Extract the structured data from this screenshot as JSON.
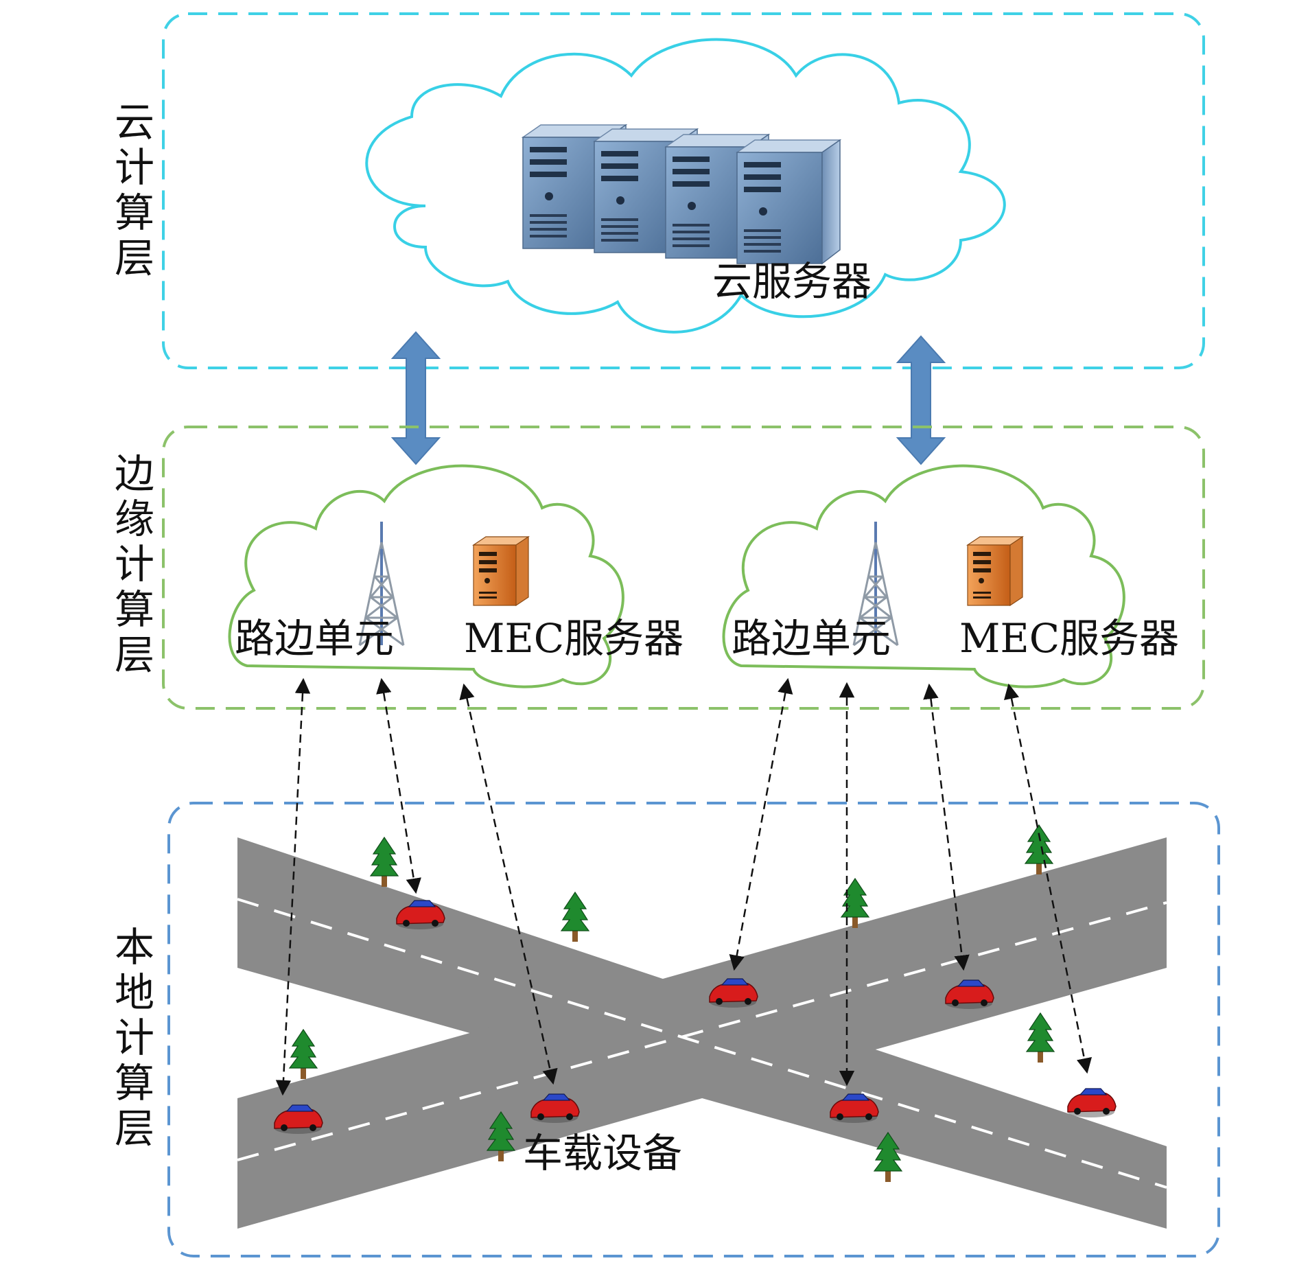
{
  "layers": {
    "cloud": {
      "label_chars": [
        "云",
        "计",
        "算",
        "层"
      ],
      "server_label": "云服务器"
    },
    "edge": {
      "label_chars": [
        "边",
        "缘",
        "计",
        "算",
        "层"
      ],
      "nodes": [
        {
          "rsu_label": "路边单元",
          "mec_label": "MEC服务器"
        },
        {
          "rsu_label": "路边单元",
          "mec_label": "MEC服务器"
        }
      ]
    },
    "local": {
      "label_chars": [
        "本",
        "地",
        "计",
        "算",
        "层"
      ],
      "vehicle_label": "车载设备"
    }
  },
  "colors": {
    "cloud_layer_border": "#3fd1e6",
    "edge_layer_border": "#8cc26a",
    "local_layer_border": "#5b95d1",
    "cloud_outline": "#38d0e6",
    "edge_cloud_outline": "#7cbd5a",
    "road": "#8a8a8a",
    "big_arrow": "#5a8cc2",
    "car": "#d81c1c",
    "tree": "#1f8a2e",
    "mec_server": "#e07a2a"
  },
  "icons": [
    "server-rack-icon",
    "cell-tower-icon",
    "mec-server-icon",
    "car-icon",
    "tree-icon",
    "double-arrow-icon"
  ]
}
